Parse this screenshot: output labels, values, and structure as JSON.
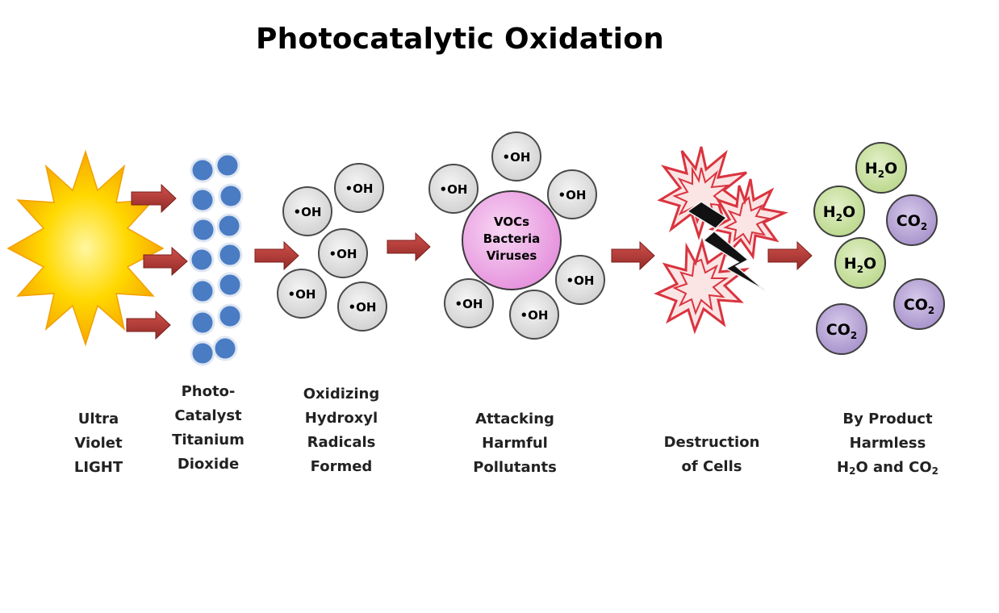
{
  "title": "Photocatalytic Oxidation",
  "oh_label": "•OH",
  "pollutant": {
    "line1": "VOCs",
    "line2": "Bacteria",
    "line3": "Viruses"
  },
  "h2o_base": "H",
  "h2o_sub": "2",
  "h2o_tail": "O",
  "co2_base": "CO",
  "co2_sub": "2",
  "stages": {
    "uv": {
      "line1": "Ultra",
      "line2": "Violet",
      "line3": "LIGHT"
    },
    "catalyst": {
      "line1": "Photo-",
      "line2": "Catalyst",
      "line3": "Titanium",
      "line4": "Dioxide"
    },
    "radicals": {
      "line1": "Oxidizing",
      "line2": "Hydroxyl",
      "line3": "Radicals",
      "line4": "Formed"
    },
    "attacking": {
      "line1": "Attacking",
      "line2": "Harmful",
      "line3": "Pollutants"
    },
    "destruction": {
      "line1": "Destruction",
      "line2": "of Cells"
    },
    "byproduct": {
      "line1": "By Product",
      "line2": "Harmless",
      "line3a": "H",
      "line3b": "2",
      "line3c": "O and CO",
      "line3d": "2"
    }
  },
  "colors": {
    "sun": "#ffd200",
    "sun_edge": "#f5a400",
    "arrow": "#b43a36",
    "catalyst": "#4a7cc4",
    "oh_fill": "#e6e6e6",
    "pollutant_fill": "#ee9fe6",
    "h2o_fill": "#cfe4a7",
    "co2_fill": "#bda9d9",
    "burst": "#d9343f"
  }
}
